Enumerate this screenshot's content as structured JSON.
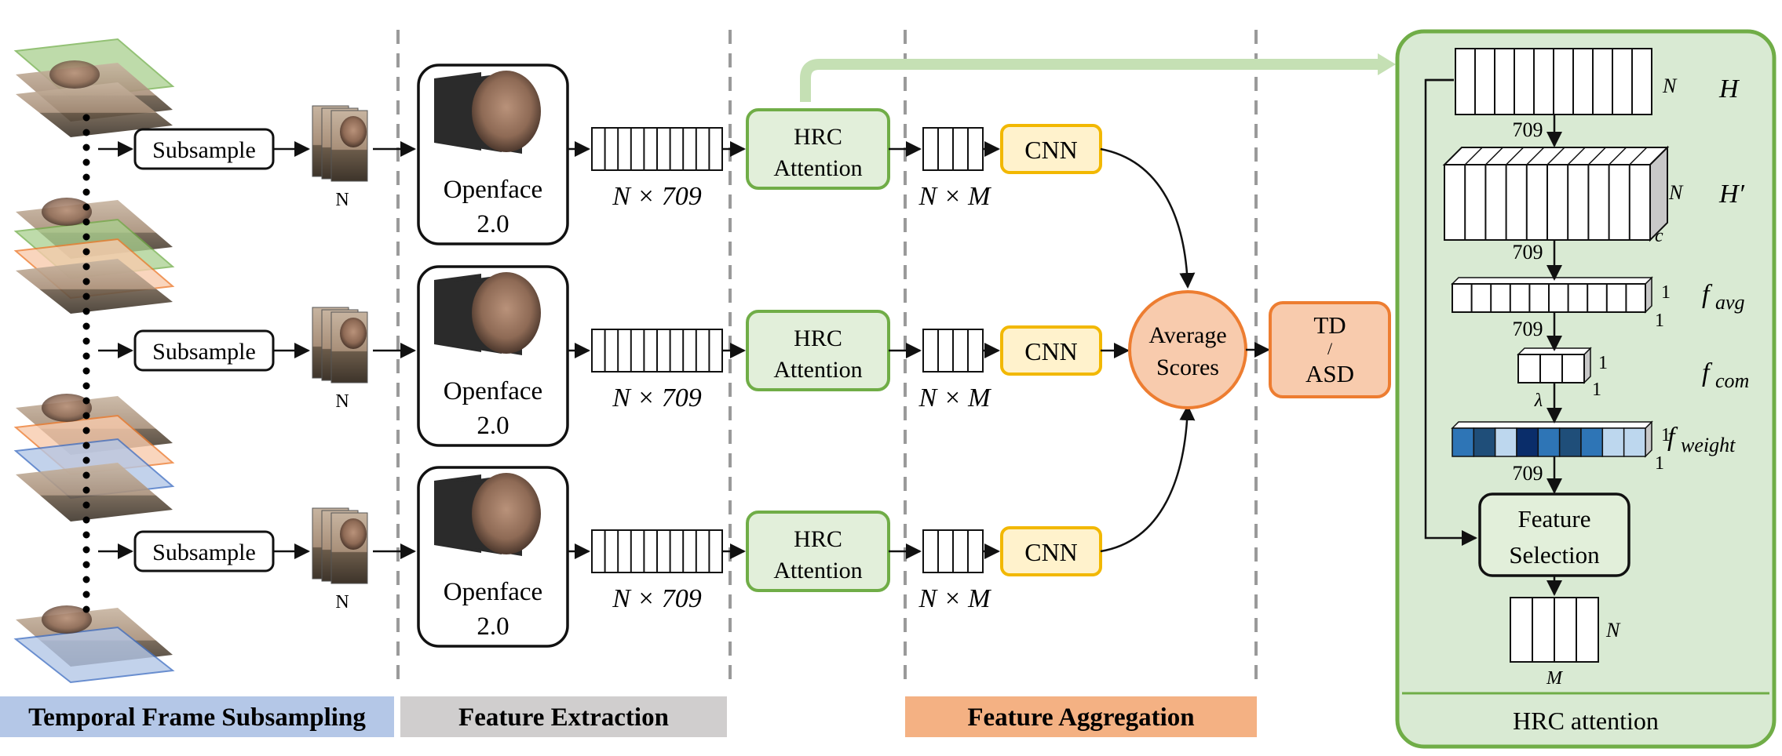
{
  "stages": {
    "subsampling": "Temporal Frame Subsampling",
    "extraction": "Feature Extraction",
    "aggregation": "Feature Aggregation"
  },
  "branches": [
    {
      "subsample": "Subsample",
      "n": "N",
      "openface_1": "Openface",
      "openface_2": "2.0",
      "feat_dim": "N × 709",
      "hrc_1": "HRC",
      "hrc_2": "Attention",
      "nm": "N × M",
      "cnn": "CNN"
    },
    {
      "subsample": "Subsample",
      "n": "N",
      "openface_1": "Openface",
      "openface_2": "2.0",
      "feat_dim": "N × 709",
      "hrc_1": "HRC",
      "hrc_2": "Attention",
      "nm": "N × M",
      "cnn": "CNN"
    },
    {
      "subsample": "Subsample",
      "n": "N",
      "openface_1": "Openface",
      "openface_2": "2.0",
      "feat_dim": "N × 709",
      "hrc_1": "HRC",
      "hrc_2": "Attention",
      "nm": "N × M",
      "cnn": "CNN"
    }
  ],
  "average": {
    "line1": "Average",
    "line2": "Scores"
  },
  "output": {
    "line1": "TD",
    "line2": "/",
    "line3": "ASD"
  },
  "hrc_panel": {
    "title": "HRC attention",
    "H": "H",
    "H_prime": "H′",
    "f_avg": "avg",
    "f_com": "com",
    "f_weight": "weight",
    "f_prefix": "f",
    "n": "N",
    "c": "c",
    "one": "1",
    "dim709": "709",
    "lambda": "λ",
    "m": "M",
    "feature_selection_1": "Feature",
    "feature_selection_2": "Selection"
  },
  "colors": {
    "green_border": "#70ad47",
    "green_fill": "#e2efda",
    "panel_fill": "#d9ead3",
    "yellow_border": "#f2b800",
    "yellow_fill": "#fff2cc",
    "orange_border": "#ed7d31",
    "orange_fill": "#f8cbad",
    "blue_banner": "#b4c7e7",
    "gray_banner": "#d0cece",
    "salmon_banner": "#f4b183",
    "weight_palette": [
      "#2e75b6",
      "#1f4e79",
      "#bdd7ee",
      "#0a2d6a",
      "#2e75b6",
      "#1f4e79",
      "#2e75b6",
      "#bdd7ee",
      "#bdd7ee"
    ]
  }
}
